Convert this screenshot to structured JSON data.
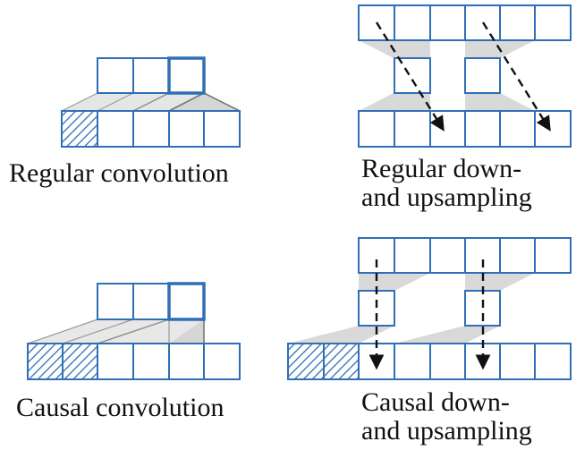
{
  "captions": {
    "regular_conv": "Regular convolution",
    "regular_sampling_line1": "Regular down-",
    "regular_sampling_line2": "and upsampling",
    "causal_conv": "Causal convolution",
    "causal_sampling_line1": "Causal down-",
    "causal_sampling_line2": "and upsampling"
  },
  "colors": {
    "cell_border": "#2f6fb6",
    "hatch": "#2f6fb6",
    "fan": "#d9d9d9",
    "fan_edge": "#777777",
    "arrow": "#111111"
  },
  "panels": {
    "regular_conv": {
      "output_cells": 3,
      "input_cells": 5,
      "padding_cells": 1,
      "highlighted_output": 3
    },
    "causal_conv": {
      "output_cells": 3,
      "input_cells": 6,
      "padding_cells": 2,
      "highlighted_output": 3
    },
    "regular_sampling": {
      "top_cells": 6,
      "middle_cells": 2,
      "bottom_cells": 6
    },
    "causal_sampling": {
      "top_cells": 6,
      "middle_cells": 2,
      "bottom_cells": 8,
      "padding_cells": 2
    }
  }
}
